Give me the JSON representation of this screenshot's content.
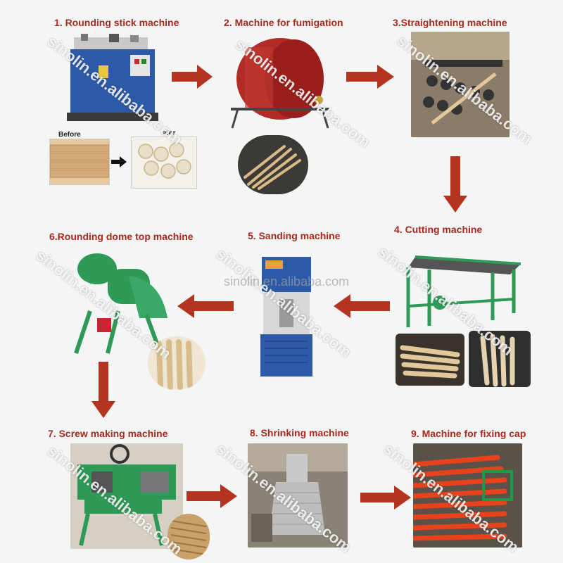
{
  "steps": [
    {
      "title": "1. Rounding stick machine"
    },
    {
      "title": "2. Machine for fumigation"
    },
    {
      "title": "3.Straightening machine"
    },
    {
      "title": "4. Cutting machine"
    },
    {
      "title": "5. Sanding machine"
    },
    {
      "title": "6.Rounding dome top machine"
    },
    {
      "title": "7. Screw making machine"
    },
    {
      "title": "8. Shrinking machine"
    },
    {
      "title": "9. Machine for fixing cap"
    }
  ],
  "labels": {
    "before": "Before",
    "after": "afer"
  },
  "watermark": {
    "diagonal": "sinolin.en.alibaba.com",
    "center": "sinolin.en.alibaba.com"
  },
  "colors": {
    "title": "#a8281e",
    "arrow": "#b5341f",
    "machine_blue": "#2d5aa8",
    "machine_green": "#2f9a58"
  }
}
